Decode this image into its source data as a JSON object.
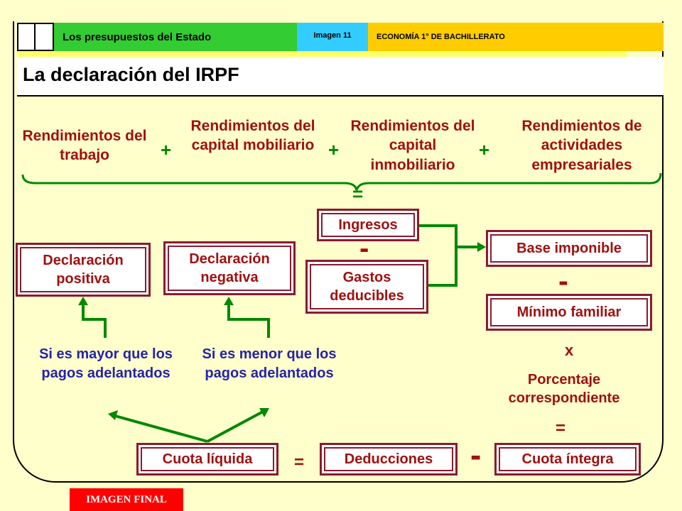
{
  "header": {
    "topic": "Los presupuestos del Estado",
    "image_label": "Imagen 11",
    "subject": "ECONOMÍA 1° DE BACHILLERATO"
  },
  "title": "La declaración del IRPF",
  "income_sources": [
    "Rendimientos del trabajo",
    "Rendimientos del capital mobiliario",
    "Rendimientos del capital inmobiliario",
    "Rendimientos de actividades empresariales"
  ],
  "operators": {
    "plus": "+",
    "equals": "=",
    "minus": "-",
    "times": "x"
  },
  "boxes": {
    "ingresos": "Ingresos",
    "gastos": "Gastos deducibles",
    "base": "Base imponible",
    "minimo": "Mínimo familiar",
    "positiva": "Declaración positiva",
    "negativa": "Declaración negativa",
    "cuota_liquida": "Cuota líquida",
    "deducciones": "Deducciones",
    "cuota_integra": "Cuota íntegra"
  },
  "texts": {
    "porcentaje": "Porcentaje correspondiente",
    "mayor": "Si es mayor que los pagos adelantados",
    "menor": "Si es menor que los pagos adelantados"
  },
  "badge": "IMAGEN FINAL",
  "colors": {
    "green_header": "#33cc33",
    "blue_header": "#33ccff",
    "orange_header": "#ffcc00",
    "text_red": "#a01010",
    "text_blue": "#2424a8",
    "arrow_green": "#008800",
    "box_border": "#8b1a2e",
    "background": "#ffffcc"
  }
}
